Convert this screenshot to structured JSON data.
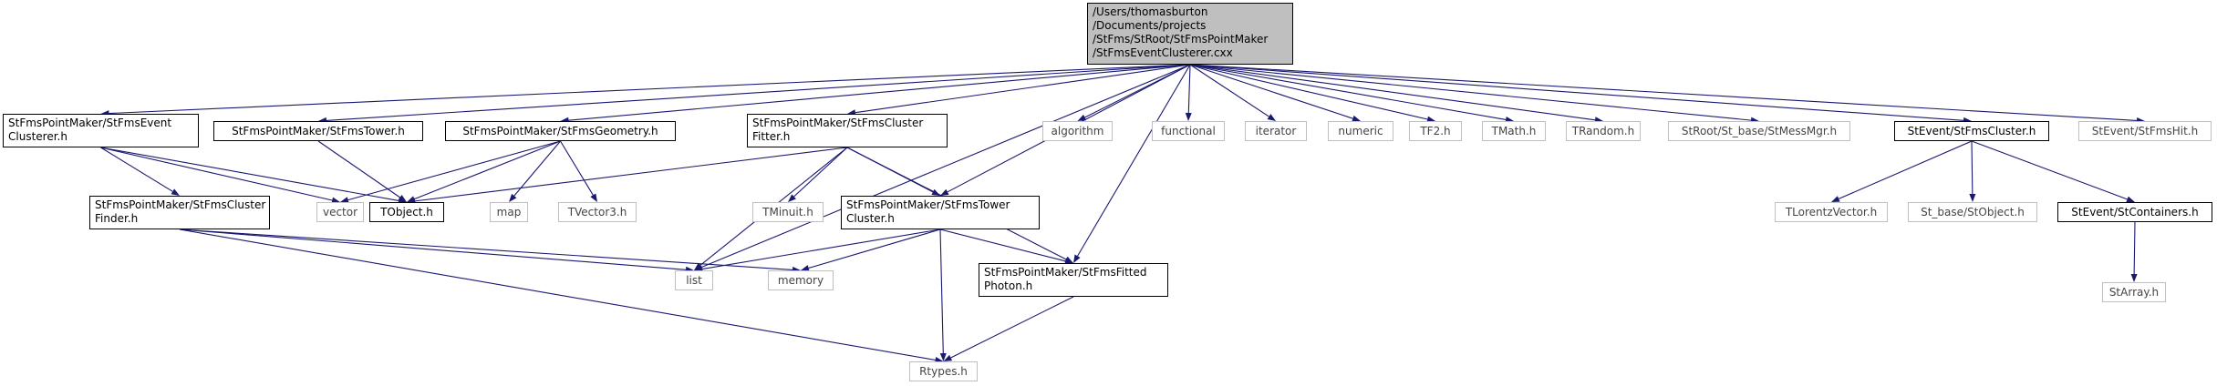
{
  "colors": {
    "edge": "#191970",
    "root_fill": "#bfbfbf",
    "ext_border": "#bfbfbf",
    "node_border": "#000000"
  },
  "nodes": {
    "root": {
      "lines": [
        "/Users/thomasburton",
        "/Documents/projects",
        "/StFms/StRoot/StFmsPointMaker",
        "/StFmsEventClusterer.cxx"
      ]
    },
    "event_clusterer_h": {
      "lines": [
        "StFmsPointMaker/StFmsEvent",
        "Clusterer.h"
      ]
    },
    "tower_h": {
      "lines": [
        "StFmsPointMaker/StFmsTower.h"
      ]
    },
    "geometry_h": {
      "lines": [
        "StFmsPointMaker/StFmsGeometry.h"
      ]
    },
    "cluster_fitter_h": {
      "lines": [
        "StFmsPointMaker/StFmsCluster",
        "Fitter.h"
      ]
    },
    "algorithm": {
      "lines": [
        "algorithm"
      ]
    },
    "functional": {
      "lines": [
        "functional"
      ]
    },
    "iterator": {
      "lines": [
        "iterator"
      ]
    },
    "numeric": {
      "lines": [
        "numeric"
      ]
    },
    "tf2": {
      "lines": [
        "TF2.h"
      ]
    },
    "tmath": {
      "lines": [
        "TMath.h"
      ]
    },
    "trandom": {
      "lines": [
        "TRandom.h"
      ]
    },
    "messmgr": {
      "lines": [
        "StRoot/St_base/StMessMgr.h"
      ]
    },
    "stevent_cluster": {
      "lines": [
        "StEvent/StFmsCluster.h"
      ]
    },
    "stevent_hit": {
      "lines": [
        "StEvent/StFmsHit.h"
      ]
    },
    "cluster_finder_h": {
      "lines": [
        "StFmsPointMaker/StFmsCluster",
        "Finder.h"
      ]
    },
    "vector": {
      "lines": [
        "vector"
      ]
    },
    "tobject": {
      "lines": [
        "TObject.h"
      ]
    },
    "map": {
      "lines": [
        "map"
      ]
    },
    "tvector3": {
      "lines": [
        "TVector3.h"
      ]
    },
    "tminuit": {
      "lines": [
        "TMinuit.h"
      ]
    },
    "tower_cluster_h": {
      "lines": [
        "StFmsPointMaker/StFmsTower",
        "Cluster.h"
      ]
    },
    "tlorentz": {
      "lines": [
        "TLorentzVector.h"
      ]
    },
    "stobject": {
      "lines": [
        "St_base/StObject.h"
      ]
    },
    "stcontainers": {
      "lines": [
        "StEvent/StContainers.h"
      ]
    },
    "list": {
      "lines": [
        "list"
      ]
    },
    "memory": {
      "lines": [
        "memory"
      ]
    },
    "fitted_photon_h": {
      "lines": [
        "StFmsPointMaker/StFmsFitted",
        "Photon.h"
      ]
    },
    "starray": {
      "lines": [
        "StArray.h"
      ]
    },
    "rtypes": {
      "lines": [
        "Rtypes.h"
      ]
    }
  },
  "edges": [
    [
      "root",
      "event_clusterer_h"
    ],
    [
      "root",
      "tower_h"
    ],
    [
      "root",
      "geometry_h"
    ],
    [
      "root",
      "cluster_fitter_h"
    ],
    [
      "root",
      "list"
    ],
    [
      "root",
      "tower_cluster_h"
    ],
    [
      "root",
      "fitted_photon_h"
    ],
    [
      "root",
      "algorithm"
    ],
    [
      "root",
      "functional"
    ],
    [
      "root",
      "iterator"
    ],
    [
      "root",
      "numeric"
    ],
    [
      "root",
      "tf2"
    ],
    [
      "root",
      "tmath"
    ],
    [
      "root",
      "trandom"
    ],
    [
      "root",
      "messmgr"
    ],
    [
      "root",
      "stevent_cluster"
    ],
    [
      "root",
      "stevent_hit"
    ],
    [
      "event_clusterer_h",
      "cluster_finder_h"
    ],
    [
      "event_clusterer_h",
      "vector"
    ],
    [
      "event_clusterer_h",
      "tobject"
    ],
    [
      "tower_h",
      "tobject"
    ],
    [
      "geometry_h",
      "vector"
    ],
    [
      "geometry_h",
      "tobject"
    ],
    [
      "geometry_h",
      "map"
    ],
    [
      "geometry_h",
      "tvector3"
    ],
    [
      "cluster_fitter_h",
      "tobject"
    ],
    [
      "cluster_fitter_h",
      "tminuit"
    ],
    [
      "cluster_fitter_h",
      "tower_cluster_h"
    ],
    [
      "cluster_fitter_h",
      "list"
    ],
    [
      "cluster_fitter_h",
      "fitted_photon_h"
    ],
    [
      "cluster_finder_h",
      "list"
    ],
    [
      "cluster_finder_h",
      "memory"
    ],
    [
      "cluster_finder_h",
      "rtypes"
    ],
    [
      "tower_cluster_h",
      "list"
    ],
    [
      "tower_cluster_h",
      "memory"
    ],
    [
      "tower_cluster_h",
      "rtypes"
    ],
    [
      "tower_cluster_h",
      "fitted_photon_h"
    ],
    [
      "fitted_photon_h",
      "rtypes"
    ],
    [
      "stevent_cluster",
      "tlorentz"
    ],
    [
      "stevent_cluster",
      "stobject"
    ],
    [
      "stevent_cluster",
      "stcontainers"
    ],
    [
      "stcontainers",
      "starray"
    ]
  ]
}
